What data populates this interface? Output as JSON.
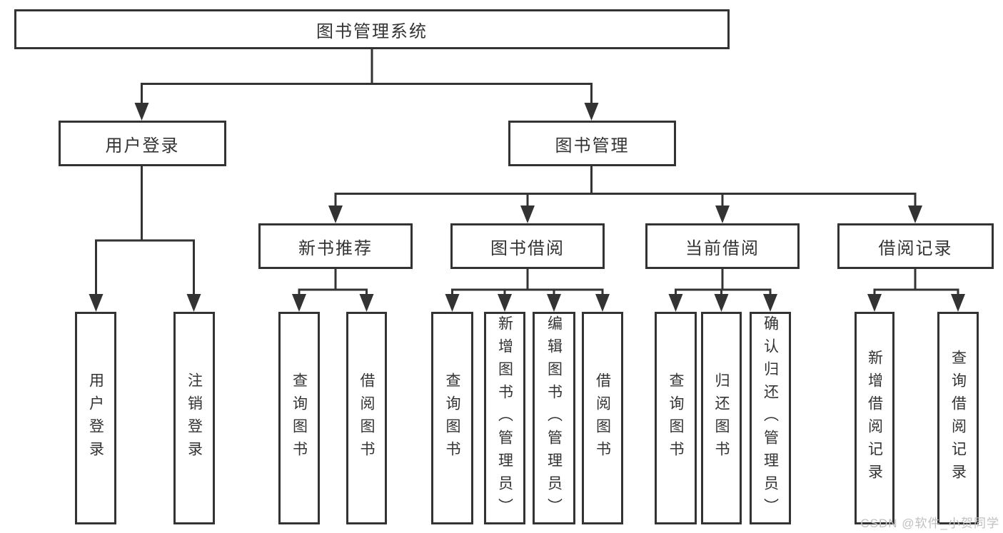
{
  "diagram": {
    "title": "图书管理系统",
    "colors": {
      "line": "#333333",
      "text": "#333333",
      "box_background": "#ffffff",
      "watermark": "#c0c0c0"
    },
    "level2": {
      "user_login": "用户登录",
      "book_management": "图书管理"
    },
    "level3": {
      "new_book_recommend": "新书推荐",
      "book_borrow": "图书借阅",
      "current_borrow": "当前借阅",
      "borrow_records": "借阅记录"
    },
    "leaves": {
      "user_login": [
        "用户登录",
        "注销登录"
      ],
      "new_book_recommend": [
        "查询图书",
        "借阅图书"
      ],
      "book_borrow": [
        "查询图书",
        "新增图书（管理员）",
        "编辑图书（管理员）",
        "借阅图书"
      ],
      "current_borrow": [
        "查询图书",
        "归还图书",
        "确认归还（管理员）"
      ],
      "borrow_records": [
        "新增借阅记录",
        "查询借阅记录"
      ]
    },
    "watermark": "CSDN @软件_小贺同学"
  }
}
